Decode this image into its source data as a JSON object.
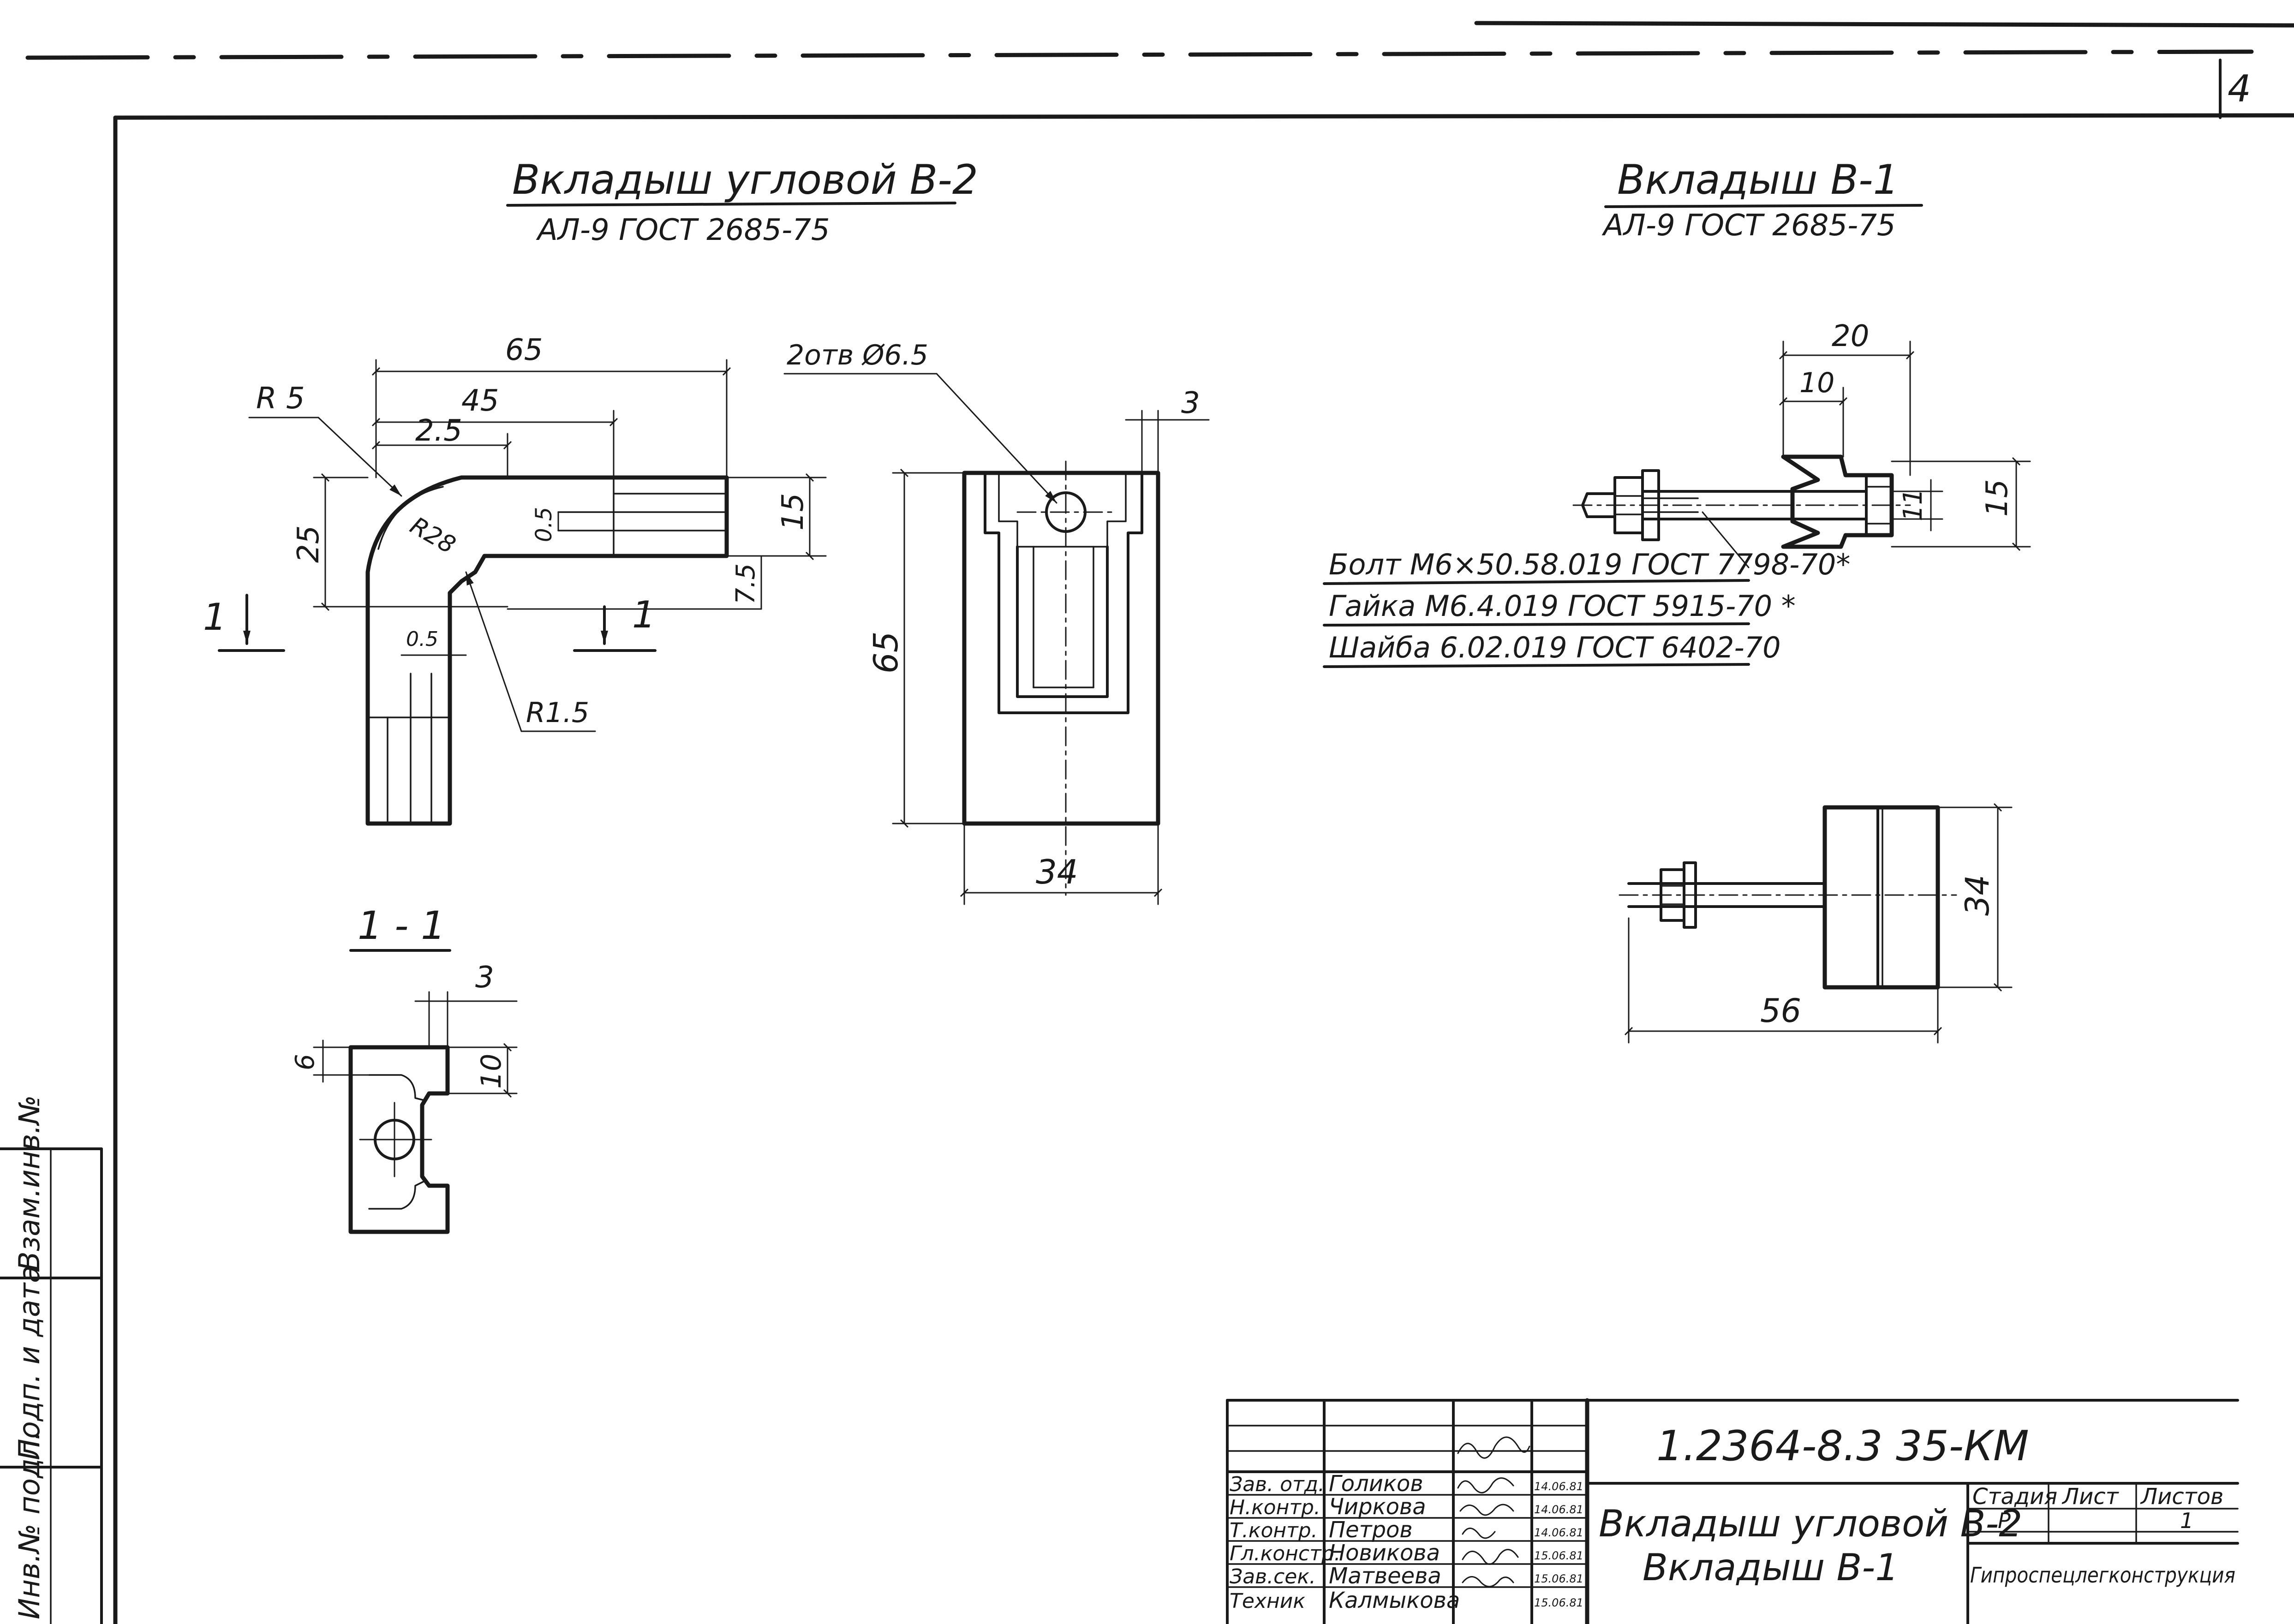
{
  "sheet": {
    "page_number": "4"
  },
  "part_b2": {
    "title": "Вкладыш  угловой В-2",
    "material": "АЛ-9 ГОСТ 2685-75",
    "dims": {
      "d65": "65",
      "d45": "45",
      "d25h": "2.5",
      "d25v": "25",
      "r5": "R 5",
      "r28": "R28",
      "d05a": "0.5",
      "d15": "15",
      "d75": "7.5",
      "d05b": "0.5",
      "r15": "R1.5",
      "section_left": "1",
      "section_right": "1"
    },
    "holes_label": "2отв Ø6.5",
    "front_dims": {
      "d3": "3",
      "d65": "65",
      "d34": "34"
    },
    "section": {
      "title": "1 - 1",
      "d3": "3",
      "d6": "6",
      "d10": "10"
    }
  },
  "part_b1": {
    "title": "Вкладыш  В-1",
    "material": "АЛ-9 ГОСТ 2685-75",
    "dims": {
      "d20": "20",
      "d10": "10",
      "d11": "11",
      "d15": "15",
      "d34": "34",
      "d56": "56"
    },
    "spec_lines": [
      "Болт  М6×50.58.019 ГОСТ 7798-70*",
      "Гайка М6.4.019 ГОСТ 5915-70 *",
      "Шайба 6.02.019 ГОСТ 6402-70"
    ]
  },
  "left_strip": {
    "cells": [
      "Взам.инв.№",
      "Подп. и дата",
      "Инв.№ подл."
    ]
  },
  "title_block": {
    "doc_code": "1.2364-8.3  35-КМ",
    "drawing_title_line1": "Вкладыш угловой В-2",
    "drawing_title_line2": "Вкладыш  В-1",
    "stage_header": "Стадия",
    "sheet_header": "Лист",
    "sheets_header": "Листов",
    "stage_value": "Р",
    "sheets_value": "1",
    "organization": "Гипроспецлегконструкция",
    "signers": [
      {
        "role": "Зав. отд.",
        "name": "Голиков",
        "date": "14.06.81"
      },
      {
        "role": "Н.контр.",
        "name": "Чиркова",
        "date": "14.06.81"
      },
      {
        "role": "Т.контр.",
        "name": "Петров",
        "date": "14.06.81"
      },
      {
        "role": "Гл.констр.",
        "name": "Новикова",
        "date": "15.06.81"
      },
      {
        "role": "Зав.сек.",
        "name": "Матвеева",
        "date": "15.06.81"
      },
      {
        "role": "Техник",
        "name": "Калмыкова",
        "date": "15.06.81"
      }
    ]
  }
}
